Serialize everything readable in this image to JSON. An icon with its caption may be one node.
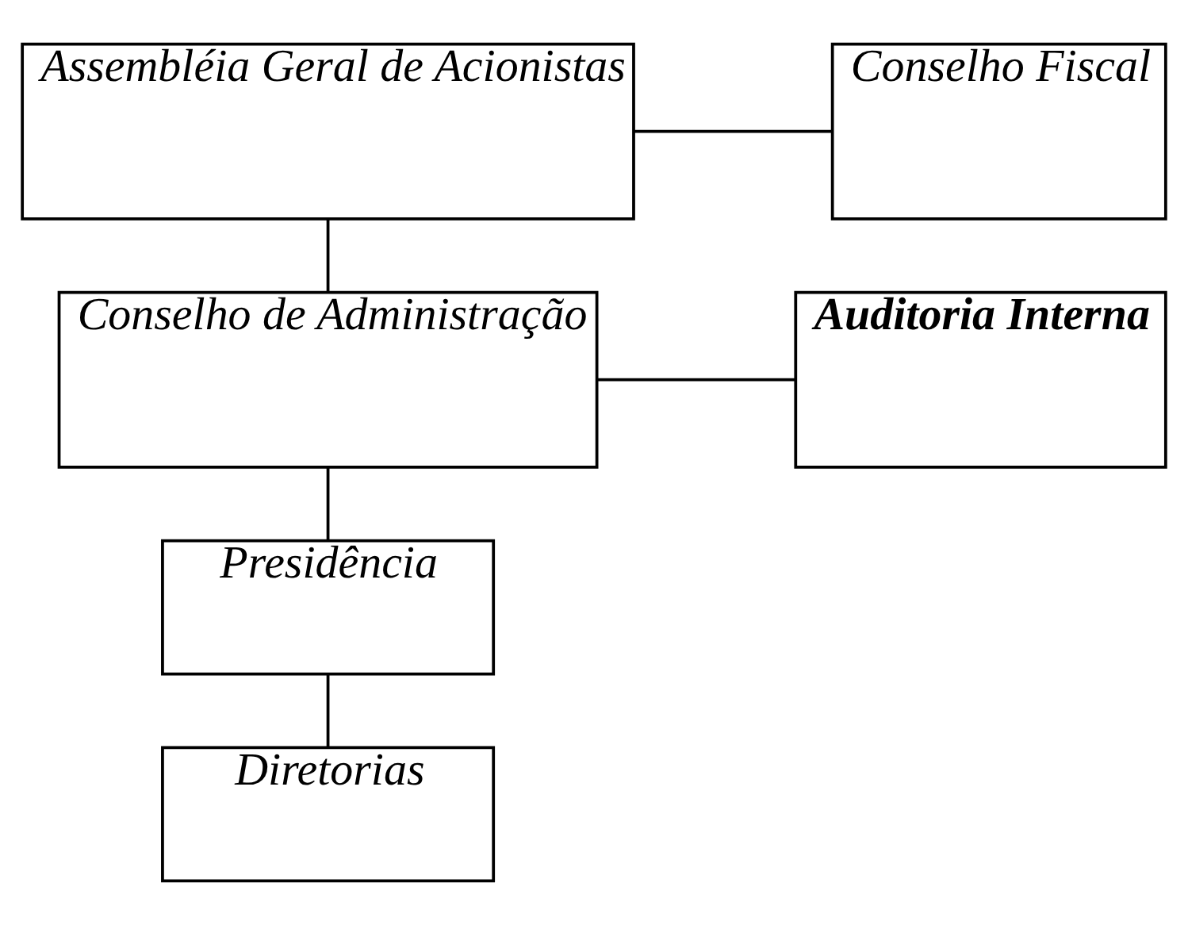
{
  "diagram": {
    "nodes": [
      {
        "text": [
          "Assembléia Geral de Acionistas"
        ]
      },
      {
        "text": [
          "Conselho Fiscal"
        ]
      },
      {
        "text": [
          "Conselho de Administração"
        ]
      },
      {
        "text": [
          "Auditoria Interna"
        ]
      },
      {
        "text": [
          "Presidência"
        ]
      },
      {
        "text": [
          "Diretorias"
        ]
      }
    ],
    "edges": [
      {
        "from": 0,
        "to": 1,
        "arrow": "none"
      },
      {
        "from": 0,
        "to": 2,
        "arrow": "none"
      },
      {
        "from": 2,
        "to": 3,
        "arrow": "none"
      },
      {
        "from": 2,
        "to": 4,
        "arrow": "none"
      },
      {
        "from": 4,
        "to": 5,
        "arrow": "none"
      }
    ]
  }
}
